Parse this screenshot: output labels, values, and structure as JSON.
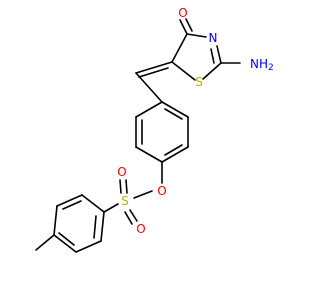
{
  "molecule": {
    "atoms": {
      "o_ketone": {
        "text": "O",
        "color": "#ff0000"
      },
      "n_ring": {
        "text": "N",
        "color": "#0000ff"
      },
      "nh2": {
        "text": "NH",
        "sub": "2",
        "color": "#0000ff"
      },
      "s_ring": {
        "text": "S",
        "color": "#b2b200"
      },
      "o_ester": {
        "text": "O",
        "color": "#ff0000"
      },
      "s_sulfonyl": {
        "text": "S",
        "color": "#b2b200"
      },
      "o_sulfonyl_1": {
        "text": "O",
        "color": "#ff0000"
      },
      "o_sulfonyl_2": {
        "text": "O",
        "color": "#ff0000"
      }
    },
    "bond_color": "#000000"
  }
}
